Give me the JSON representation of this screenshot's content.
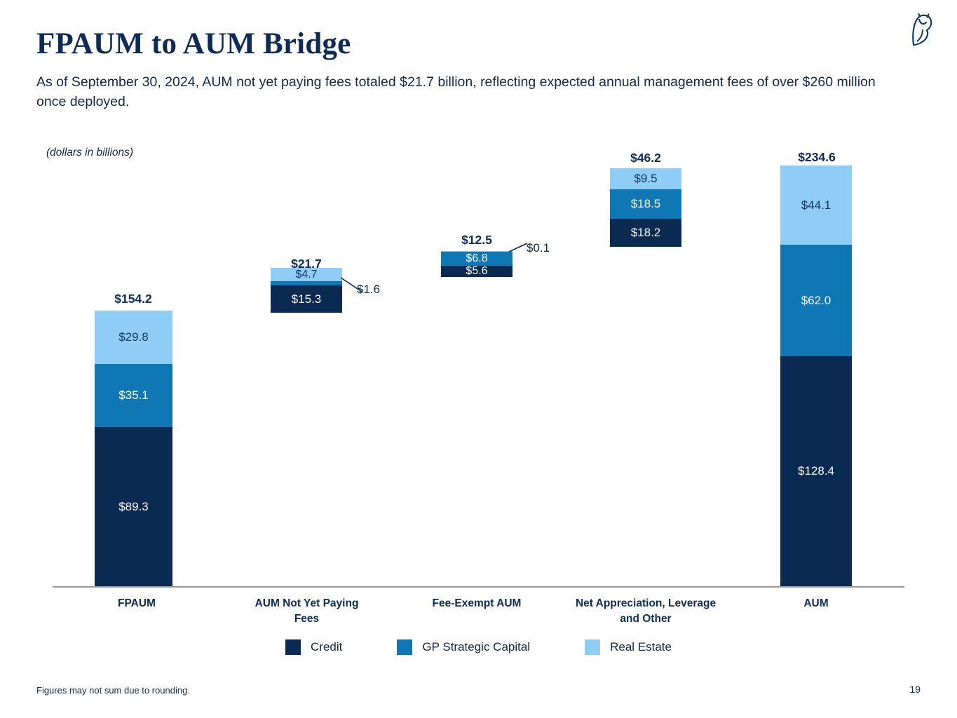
{
  "header": {
    "title": "FPAUM to AUM Bridge",
    "subtitle": "As of September 30, 2024, AUM not yet paying fees totaled $21.7 billion, reflecting expected annual management fees of over $260 million once deployed.",
    "logo_icon": "owl-logo-icon"
  },
  "footer": {
    "note": "Figures may not sum due to rounding.",
    "page_number": "19"
  },
  "chart_data": {
    "type": "bar",
    "subtype": "stacked-bar-bridge",
    "title": "FPAUM to AUM Bridge",
    "units_note": "(dollars in billions)",
    "xlabel": "",
    "ylabel": "",
    "ylim": [
      0,
      234.6
    ],
    "grid": false,
    "legend_position": "bottom",
    "categories": [
      "FPAUM",
      "AUM Not Yet Paying Fees",
      "Fee-Exempt AUM",
      "Net Appreciation, Leverage and Other",
      "AUM"
    ],
    "series": [
      {
        "name": "Credit",
        "color": "#0a2a52",
        "values": [
          89.3,
          15.3,
          5.6,
          18.2,
          128.4
        ]
      },
      {
        "name": "GP Strategic Capital",
        "color": "#0f78b4",
        "values": [
          35.1,
          1.6,
          6.8,
          18.5,
          62.0
        ]
      },
      {
        "name": "Real Estate",
        "color": "#8fcdf7",
        "values": [
          29.8,
          4.7,
          0.1,
          9.5,
          44.1
        ]
      }
    ],
    "totals": [
      154.2,
      21.7,
      12.5,
      46.2,
      234.6
    ],
    "total_labels": [
      "$154.2",
      "$21.7",
      "$12.5",
      "$46.2",
      "$234.6"
    ],
    "bars": [
      {
        "category": "FPAUM",
        "category_label": "FPAUM",
        "total_label": "$154.2",
        "segments": [
          {
            "series": "Real Estate",
            "label": "$29.8",
            "value": 29.8,
            "inside": true
          },
          {
            "series": "GP Strategic Capital",
            "label": "$35.1",
            "value": 35.1,
            "inside": true
          },
          {
            "series": "Credit",
            "label": "$89.3",
            "value": 89.3,
            "inside": true
          }
        ]
      },
      {
        "category": "AUM Not Yet Paying Fees",
        "category_label": "AUM Not Yet Paying Fees",
        "total_label": "$21.7",
        "segments": [
          {
            "series": "Real Estate",
            "label": "$4.7",
            "value": 4.7,
            "inside": true
          },
          {
            "series": "GP Strategic Capital",
            "label": "$1.6",
            "value": 1.6,
            "inside": false
          },
          {
            "series": "Credit",
            "label": "$15.3",
            "value": 15.3,
            "inside": true
          }
        ]
      },
      {
        "category": "Fee-Exempt AUM",
        "category_label": "Fee-Exempt AUM",
        "total_label": "$12.5",
        "segments": [
          {
            "series": "Real Estate",
            "label": "$0.1",
            "value": 0.1,
            "inside": false
          },
          {
            "series": "GP Strategic Capital",
            "label": "$6.8",
            "value": 6.8,
            "inside": true
          },
          {
            "series": "Credit",
            "label": "$5.6",
            "value": 5.6,
            "inside": true
          }
        ]
      },
      {
        "category": "Net Appreciation, Leverage and Other",
        "category_label": "Net Appreciation, Leverage and Other",
        "total_label": "$46.2",
        "segments": [
          {
            "series": "Real Estate",
            "label": "$9.5",
            "value": 9.5,
            "inside": true
          },
          {
            "series": "GP Strategic Capital",
            "label": "$18.5",
            "value": 18.5,
            "inside": true
          },
          {
            "series": "Credit",
            "label": "$18.2",
            "value": 18.2,
            "inside": true
          }
        ]
      },
      {
        "category": "AUM",
        "category_label": "AUM",
        "total_label": "$234.6",
        "segments": [
          {
            "series": "Real Estate",
            "label": "$44.1",
            "value": 44.1,
            "inside": true
          },
          {
            "series": "GP Strategic Capital",
            "label": "$62.0",
            "value": 62.0,
            "inside": true
          },
          {
            "series": "Credit",
            "label": "$128.4",
            "value": 128.4,
            "inside": true
          }
        ]
      }
    ],
    "callouts": [
      {
        "label": "$1.6",
        "bar": "AUM Not Yet Paying Fees",
        "series": "GP Strategic Capital"
      },
      {
        "label": "$0.1",
        "bar": "Fee-Exempt AUM",
        "series": "Real Estate"
      }
    ],
    "legend": [
      {
        "label": "Credit",
        "color": "#0a2a52"
      },
      {
        "label": "GP Strategic Capital",
        "color": "#0f78b4"
      },
      {
        "label": "Real Estate",
        "color": "#8fcdf7"
      }
    ]
  }
}
